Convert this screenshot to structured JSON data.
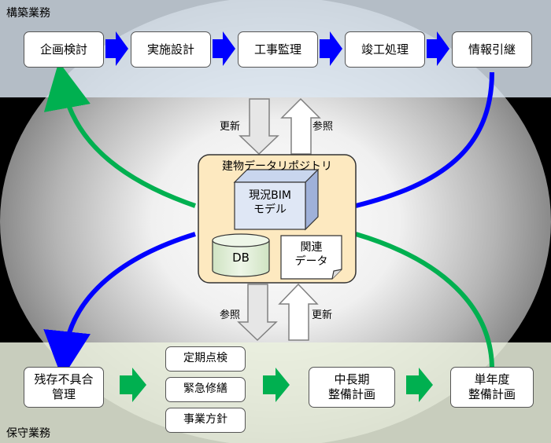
{
  "sections": {
    "construction_title": "構築業務",
    "maintenance_title": "保守業務"
  },
  "construction_steps": [
    "企画検討",
    "実施設計",
    "工事監理",
    "竣工処理",
    "情報引継"
  ],
  "repository": {
    "title": "建物データリポジトリ",
    "bim_line1": "現況BIM",
    "bim_line2": "モデル",
    "db": "DB",
    "related_line1": "関連",
    "related_line2": "データ"
  },
  "top_flow": {
    "update": "更新",
    "reference": "参照"
  },
  "bottom_flow": {
    "reference": "参照",
    "update": "更新"
  },
  "maintenance": {
    "defects_line1": "残存不具合",
    "defects_line2": "管理",
    "inspections": [
      "定期点検",
      "緊急修繕",
      "事業方針"
    ],
    "midterm_line1": "中長期",
    "midterm_line2": "整備計画",
    "annual_line1": "単年度",
    "annual_line2": "整備計画"
  },
  "colors": {
    "construction_band": "#dce6f2",
    "maintenance_band": "#ebf1de",
    "blue_arrow": "#0000ff",
    "green_arrow": "#00b050",
    "repository_fill": "#fde9c0",
    "bim_fill": "#dfe7f5",
    "db_fill": "#e2efd9"
  }
}
